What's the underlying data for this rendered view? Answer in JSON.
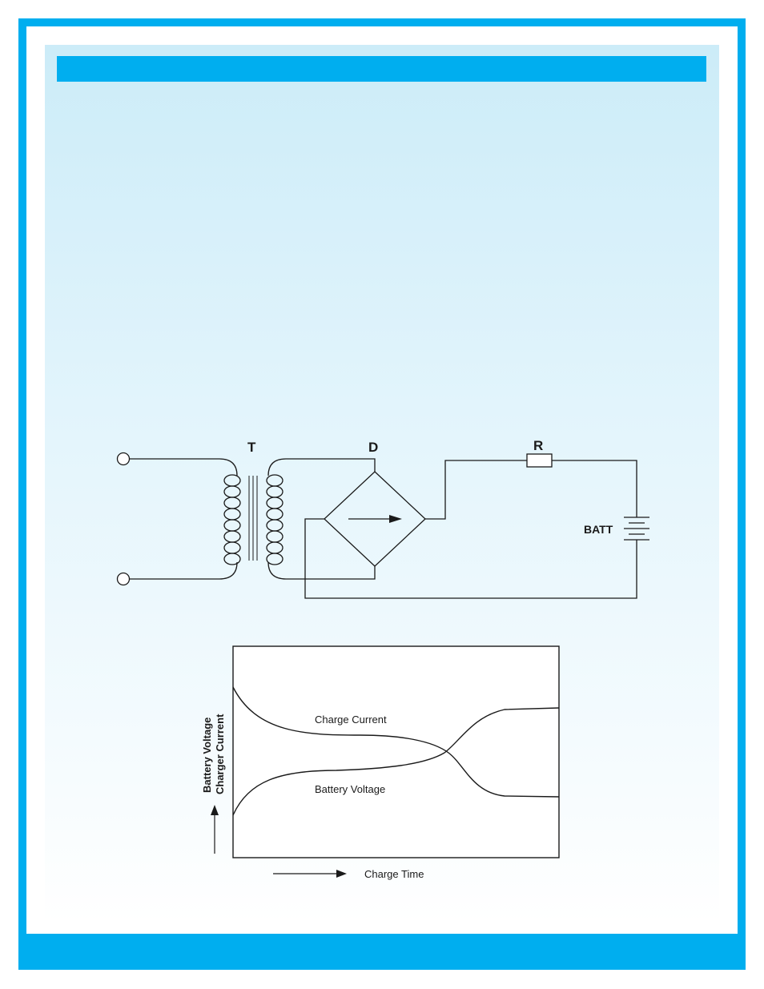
{
  "circuit": {
    "transformer_label": "T",
    "rectifier_label": "D",
    "resistor_label": "R",
    "battery_label": "BATT"
  },
  "graph": {
    "y_axis_label_line1": "Battery Voltage",
    "y_axis_label_line2": "Charger Current",
    "x_axis_label": "Charge Time",
    "curve_current_label": "Charge Current",
    "curve_voltage_label": "Battery Voltage"
  },
  "colors": {
    "accent_blue": "#00aeef",
    "line": "#1a1a1a"
  }
}
